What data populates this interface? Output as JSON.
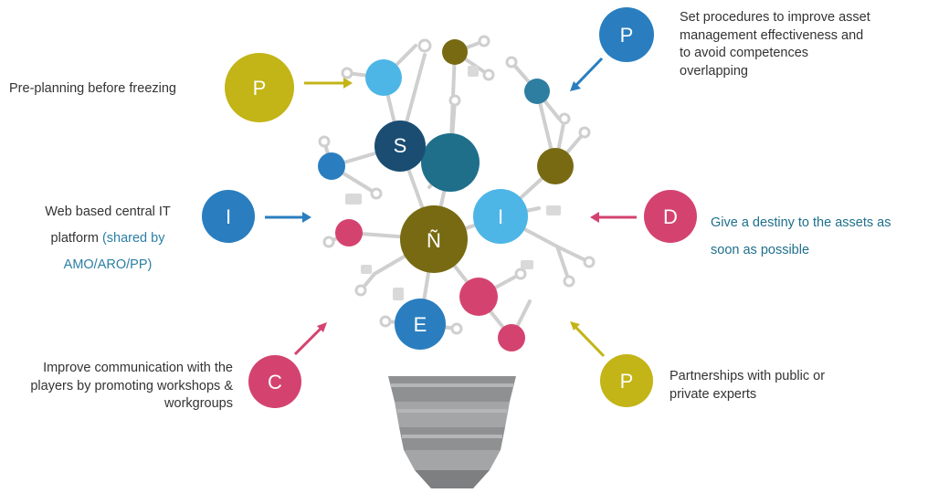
{
  "colors": {
    "olive": "#c3b417",
    "blue": "#2a7ebf",
    "pink": "#d4436f",
    "light_blue": "#4db6e6",
    "dark_olive": "#786a12",
    "navy": "#1b4d72",
    "teal": "#2d7ea0",
    "gray": "#c8c8c8",
    "bulb_base": "#8e9092",
    "text": "#333333",
    "highlight": "#2b7fa6"
  },
  "bulb_letters": {
    "s": "S",
    "n": "Ñ",
    "i": "I",
    "e": "E"
  },
  "items": [
    {
      "letter": "P",
      "color": "olive",
      "text": "Pre-planning before freezing"
    },
    {
      "letter": "P",
      "color": "blue",
      "text_lines": [
        "Set procedures to improve asset",
        "management effectiveness and",
        "to avoid competences",
        "overlapping"
      ]
    },
    {
      "letter": "I",
      "color": "blue",
      "text_line1": "Web based central IT",
      "text_line2_plain": "platform",
      "text_line2_highlight": "(shared by",
      "text_line3": "AMO/ARO/PP)"
    },
    {
      "letter": "D",
      "color": "pink",
      "text_lines": [
        "Give a destiny to the assets as",
        "soon as possible"
      ]
    },
    {
      "letter": "C",
      "color": "pink",
      "text_lines": [
        "Improve communication with the",
        "players by promoting workshops &",
        "workgroups"
      ]
    },
    {
      "letter": "P",
      "color": "olive",
      "text_lines": [
        "Partnerships with public or",
        "private experts"
      ]
    }
  ]
}
